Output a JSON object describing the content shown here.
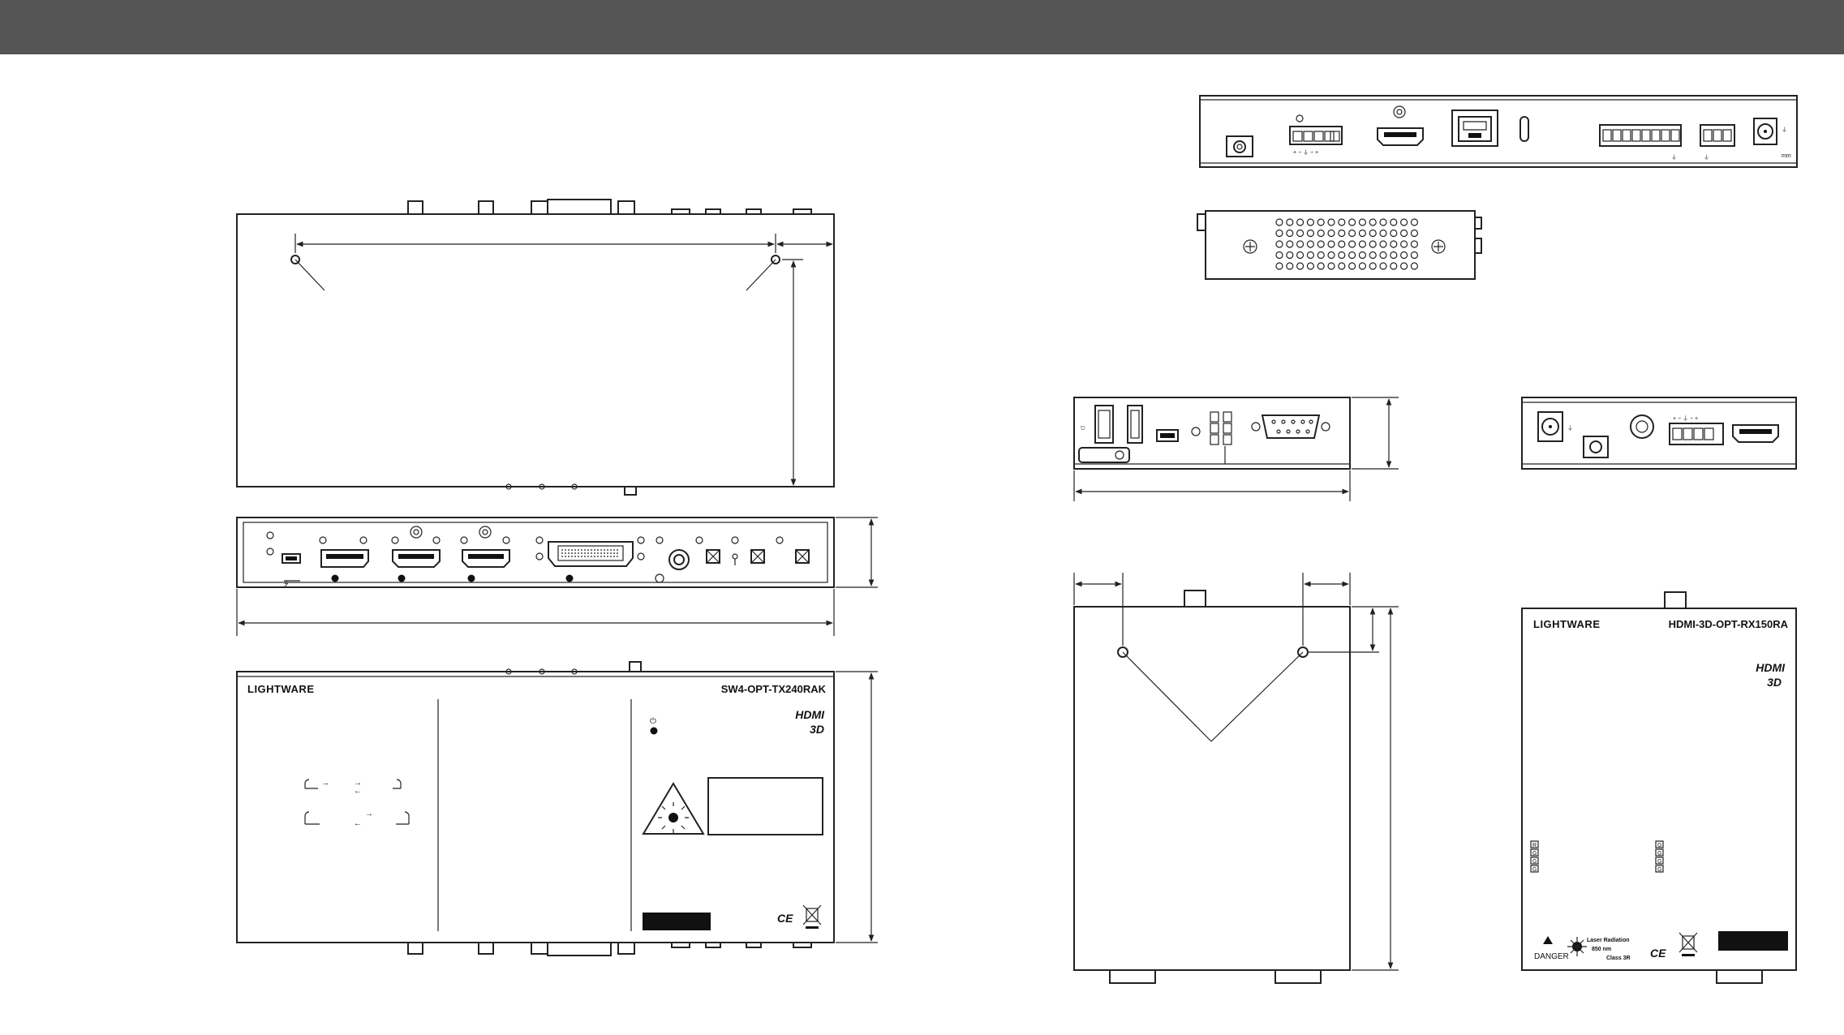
{
  "tx": {
    "logo": "LIGHTWARE",
    "model": "SW4-OPT-TX240RAK",
    "brand_hdmi": "HDMI",
    "brand_3d": "3D",
    "ce": "CE"
  },
  "rx": {
    "logo": "LIGHTWARE",
    "model": "HDMI-3D-OPT-RX150RA",
    "brand_hdmi": "HDMI",
    "brand_3d": "3D",
    "ce": "CE",
    "danger": "DANGER",
    "laser_line1": "Laser Radiation",
    "laser_line2": "850 nm",
    "laser_line3": "Class 3R",
    "led_labels_left": [
      "R",
      "G",
      "G",
      "G"
    ],
    "led_labels_right": [
      "G",
      "G",
      "G",
      "G"
    ]
  },
  "rear_panel": {
    "connector_marks": "+ − ⏚ − +",
    "unit": "mm"
  }
}
